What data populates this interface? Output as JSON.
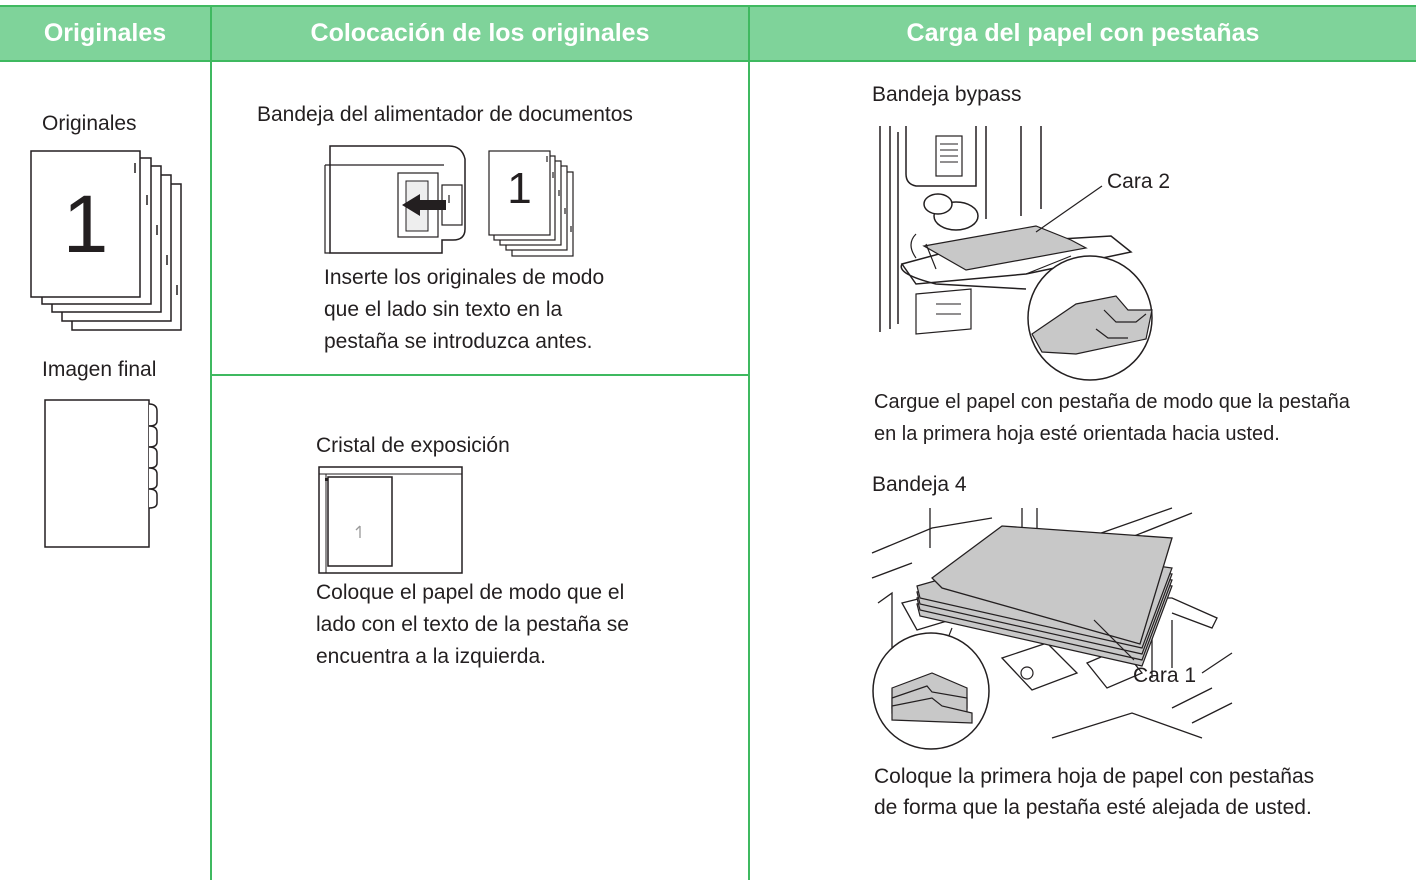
{
  "headers": {
    "originals": "Originales",
    "placement": "Colocación de los originales",
    "loading": "Carga del papel con pestañas"
  },
  "originals_col": {
    "originals_label": "Originales",
    "sheet_number": "1",
    "final_label": "Imagen final"
  },
  "placement_col": {
    "feeder_title": "Bandeja del alimentador de documentos",
    "feeder_sheet_number": "1",
    "feeder_desc": [
      "Inserte los originales de modo",
      "que el lado sin texto en la",
      "pestaña se introduzca antes."
    ],
    "glass_title": "Cristal de exposición",
    "glass_desc": [
      "Coloque el papel de modo que el",
      "lado con el texto de la pestaña se",
      "encuentra a la izquierda."
    ]
  },
  "loading_col": {
    "bypass_title": "Bandeja bypass",
    "bypass_side_label": "Cara 2",
    "bypass_desc": [
      "Cargue el papel con pestaña de modo que la pestaña",
      "en la primera hoja esté orientada hacia usted."
    ],
    "tray4_title": "Bandeja 4",
    "tray4_side_label": "Cara 1",
    "tray4_desc": [
      "Coloque la primera hoja de papel con pestañas",
      "de forma que la pestaña esté alejada de usted."
    ]
  },
  "colors": {
    "header_bg": "#7fd39a",
    "border": "#3fb960",
    "paper_gray": "#c8c8c8"
  }
}
